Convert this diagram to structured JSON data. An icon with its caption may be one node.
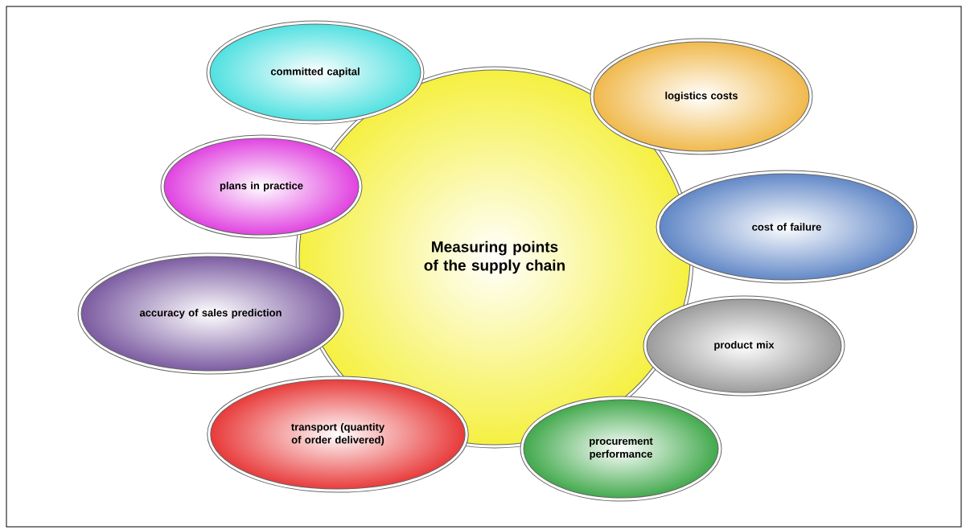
{
  "diagram": {
    "nodes": [
      {
        "text": [
          "Measuring points of the supply chain"
        ]
      },
      {
        "text": [
          "committed capital"
        ]
      },
      {
        "text": [
          "logistics costs"
        ]
      },
      {
        "text": [
          "plans in practice"
        ]
      },
      {
        "text": [
          "cost of failure"
        ]
      },
      {
        "text": [
          "accuracy of sales prediction"
        ]
      },
      {
        "text": [
          "product mix"
        ]
      },
      {
        "text": [
          "transport (quantity of order delivered)"
        ]
      },
      {
        "text": [
          "procurement performance"
        ]
      }
    ]
  }
}
